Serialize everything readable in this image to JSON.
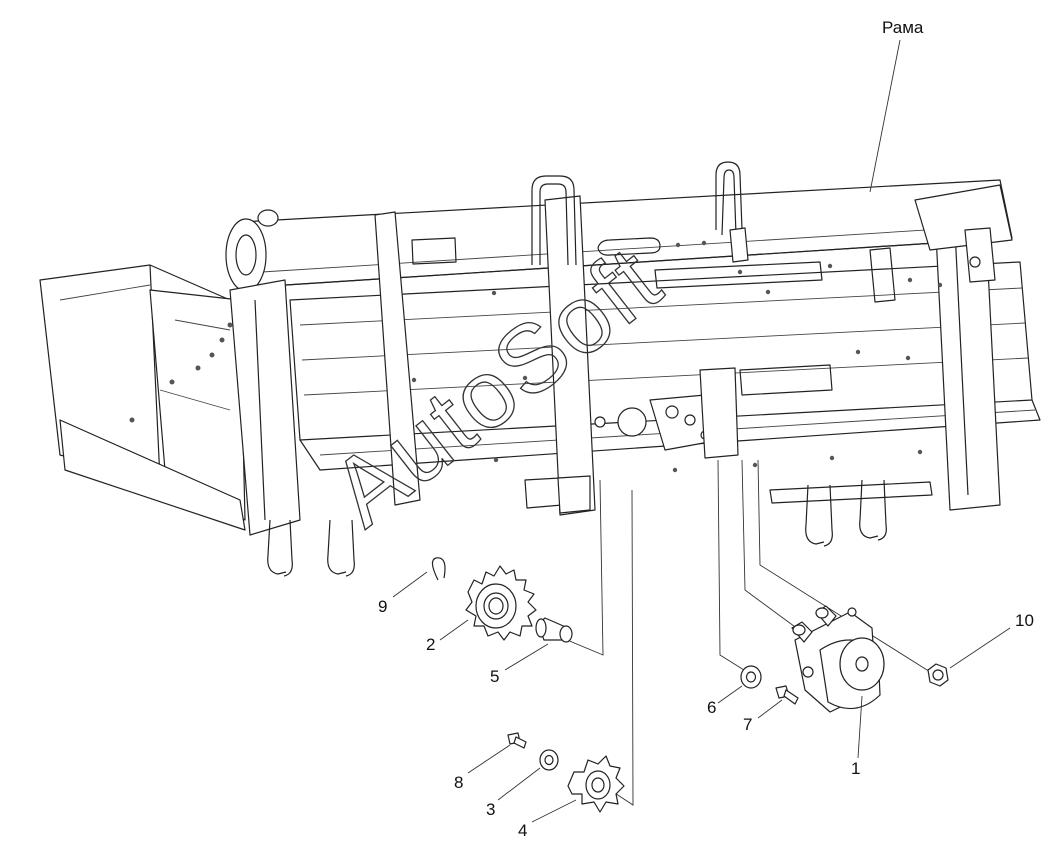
{
  "labels": {
    "frame": "Рама",
    "part_1": "1",
    "part_2": "2",
    "part_3": "3",
    "part_4": "4",
    "part_5": "5",
    "part_6": "6",
    "part_7": "7",
    "part_8": "8",
    "part_9": "9",
    "part_10": "10"
  },
  "watermark": "AutoSoft"
}
